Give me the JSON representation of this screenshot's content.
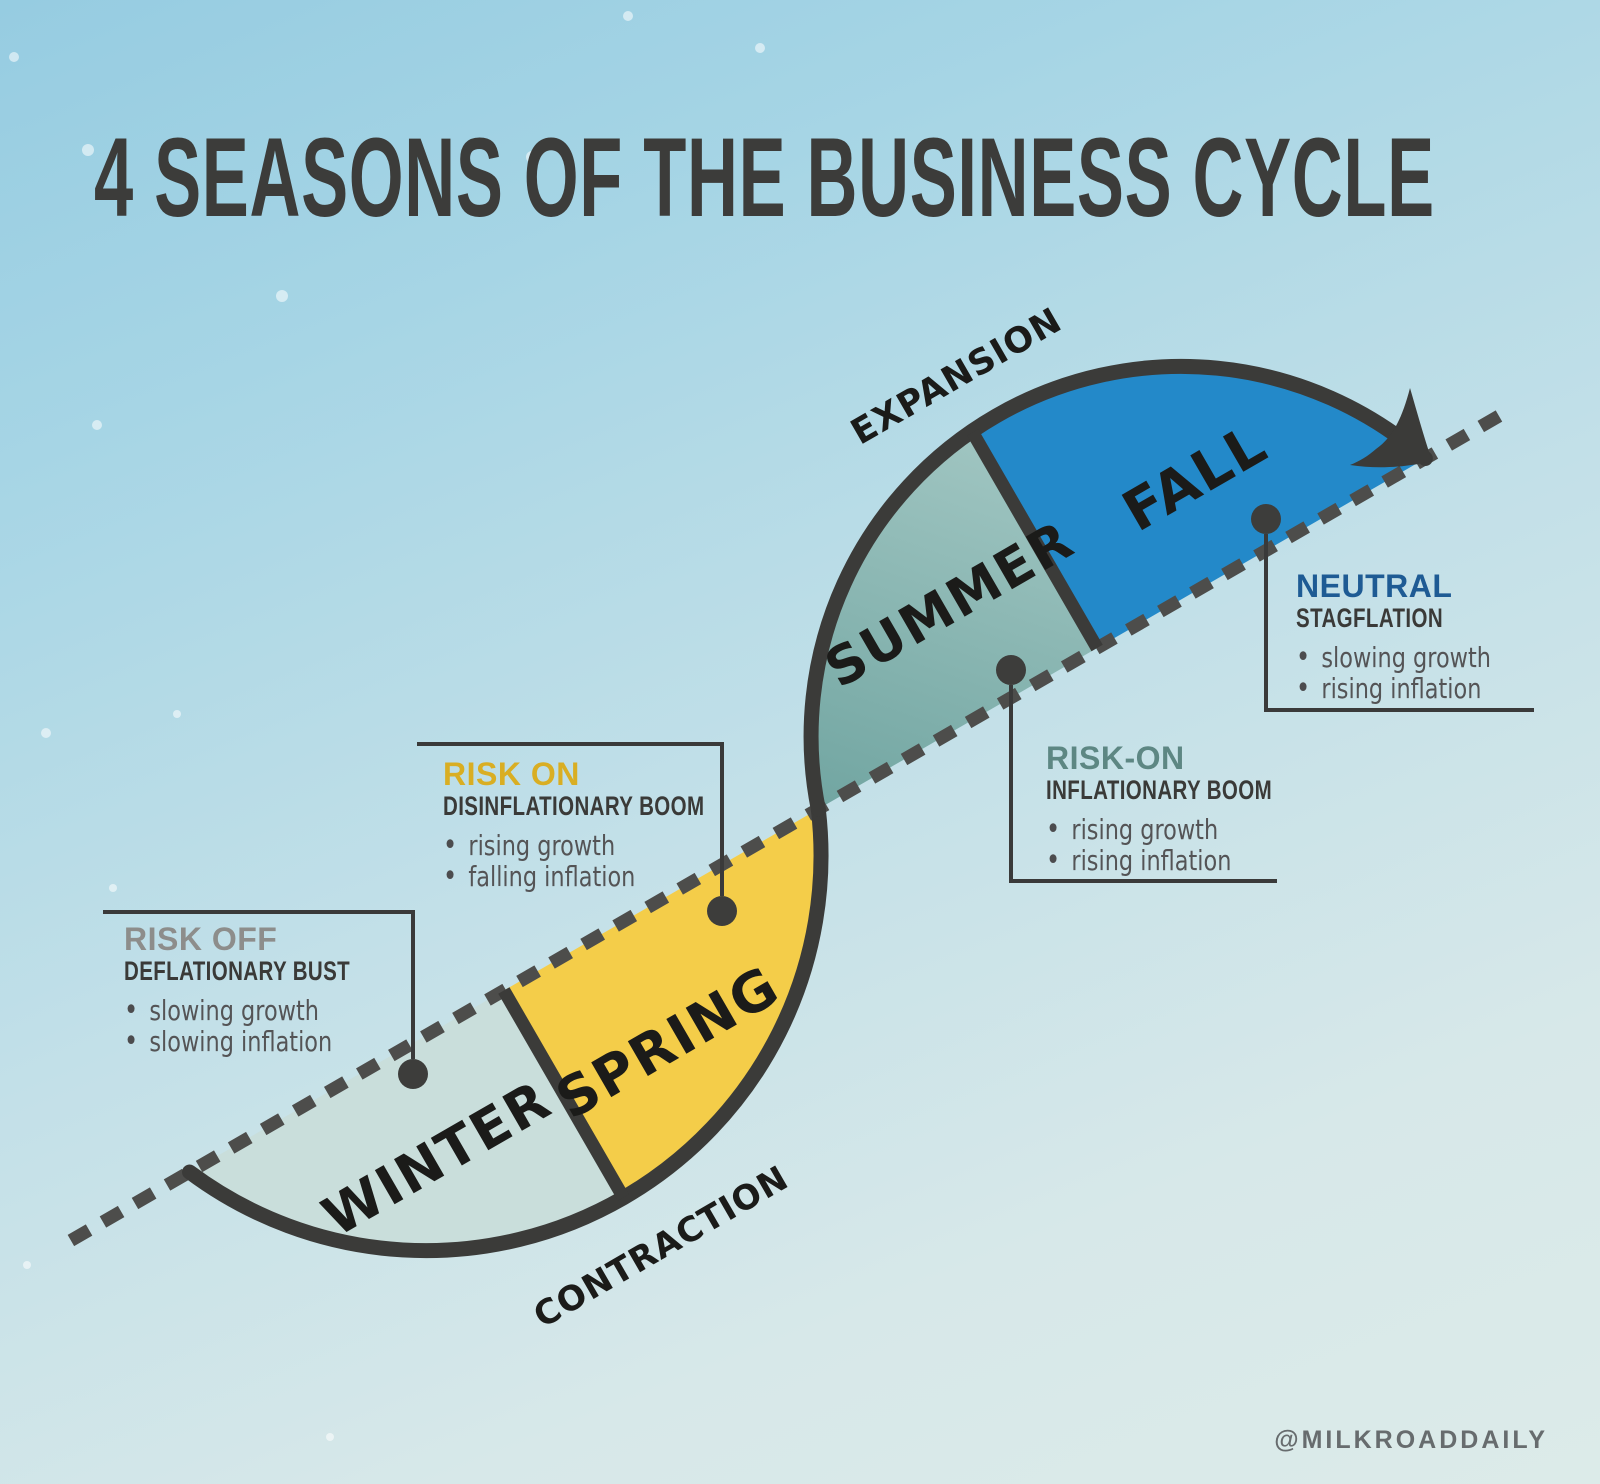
{
  "title": "4 SEASONS OF THE BUSINESS CYCLE",
  "watermark": "@MILKROADDAILY",
  "cycle": {
    "expansion_label": "EXPANSION",
    "contraction_label": "CONTRACTION",
    "seasons": [
      {
        "name": "WINTER",
        "fill": "#c9dedb"
      },
      {
        "name": "SPRING",
        "fill": "#f4cd49"
      },
      {
        "name": "SUMMER",
        "fill_from": "#72a6a2",
        "fill_to": "#9ec4c0"
      },
      {
        "name": "FALL",
        "fill": "#2389c9"
      }
    ]
  },
  "callouts": [
    {
      "label": "RISK OFF",
      "label_color": "#8d8d8b",
      "subtitle": "DEFLATIONARY BUST",
      "bullets": [
        "slowing growth",
        "slowing inflation"
      ]
    },
    {
      "label": "RISK ON",
      "label_color": "#d9ae23",
      "subtitle": "DISINFLATIONARY BOOM",
      "bullets": [
        "rising growth",
        "falling inflation"
      ]
    },
    {
      "label": "RISK-ON",
      "label_color": "#5d8783",
      "subtitle": "INFLATIONARY BOOM",
      "bullets": [
        "rising growth",
        "rising inflation"
      ]
    },
    {
      "label": "NEUTRAL",
      "label_color": "#1e5b94",
      "subtitle": "STAGFLATION",
      "bullets": [
        "slowing growth",
        "rising inflation"
      ]
    }
  ],
  "colors": {
    "background_top": "#96cce1",
    "background_bottom": "#dcebe9",
    "curve_outline": "#3b3b39",
    "dashed_line": "#4d4d4b",
    "connector": "#3a3a3a",
    "dot": "#3d3d3b",
    "title_text": "#3c3c3a",
    "season_text": "#1b1b19",
    "bullet_text": "#545456"
  }
}
